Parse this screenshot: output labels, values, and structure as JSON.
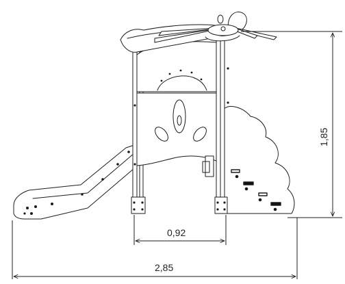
{
  "drawing": {
    "dimensions": {
      "overall_width": "2,85",
      "platform_width": "0,92",
      "overall_height": "1,85"
    },
    "colors": {
      "line": "#1c1c1c",
      "panel_fill": "#ffffff",
      "accent_fill": "#111111"
    }
  }
}
